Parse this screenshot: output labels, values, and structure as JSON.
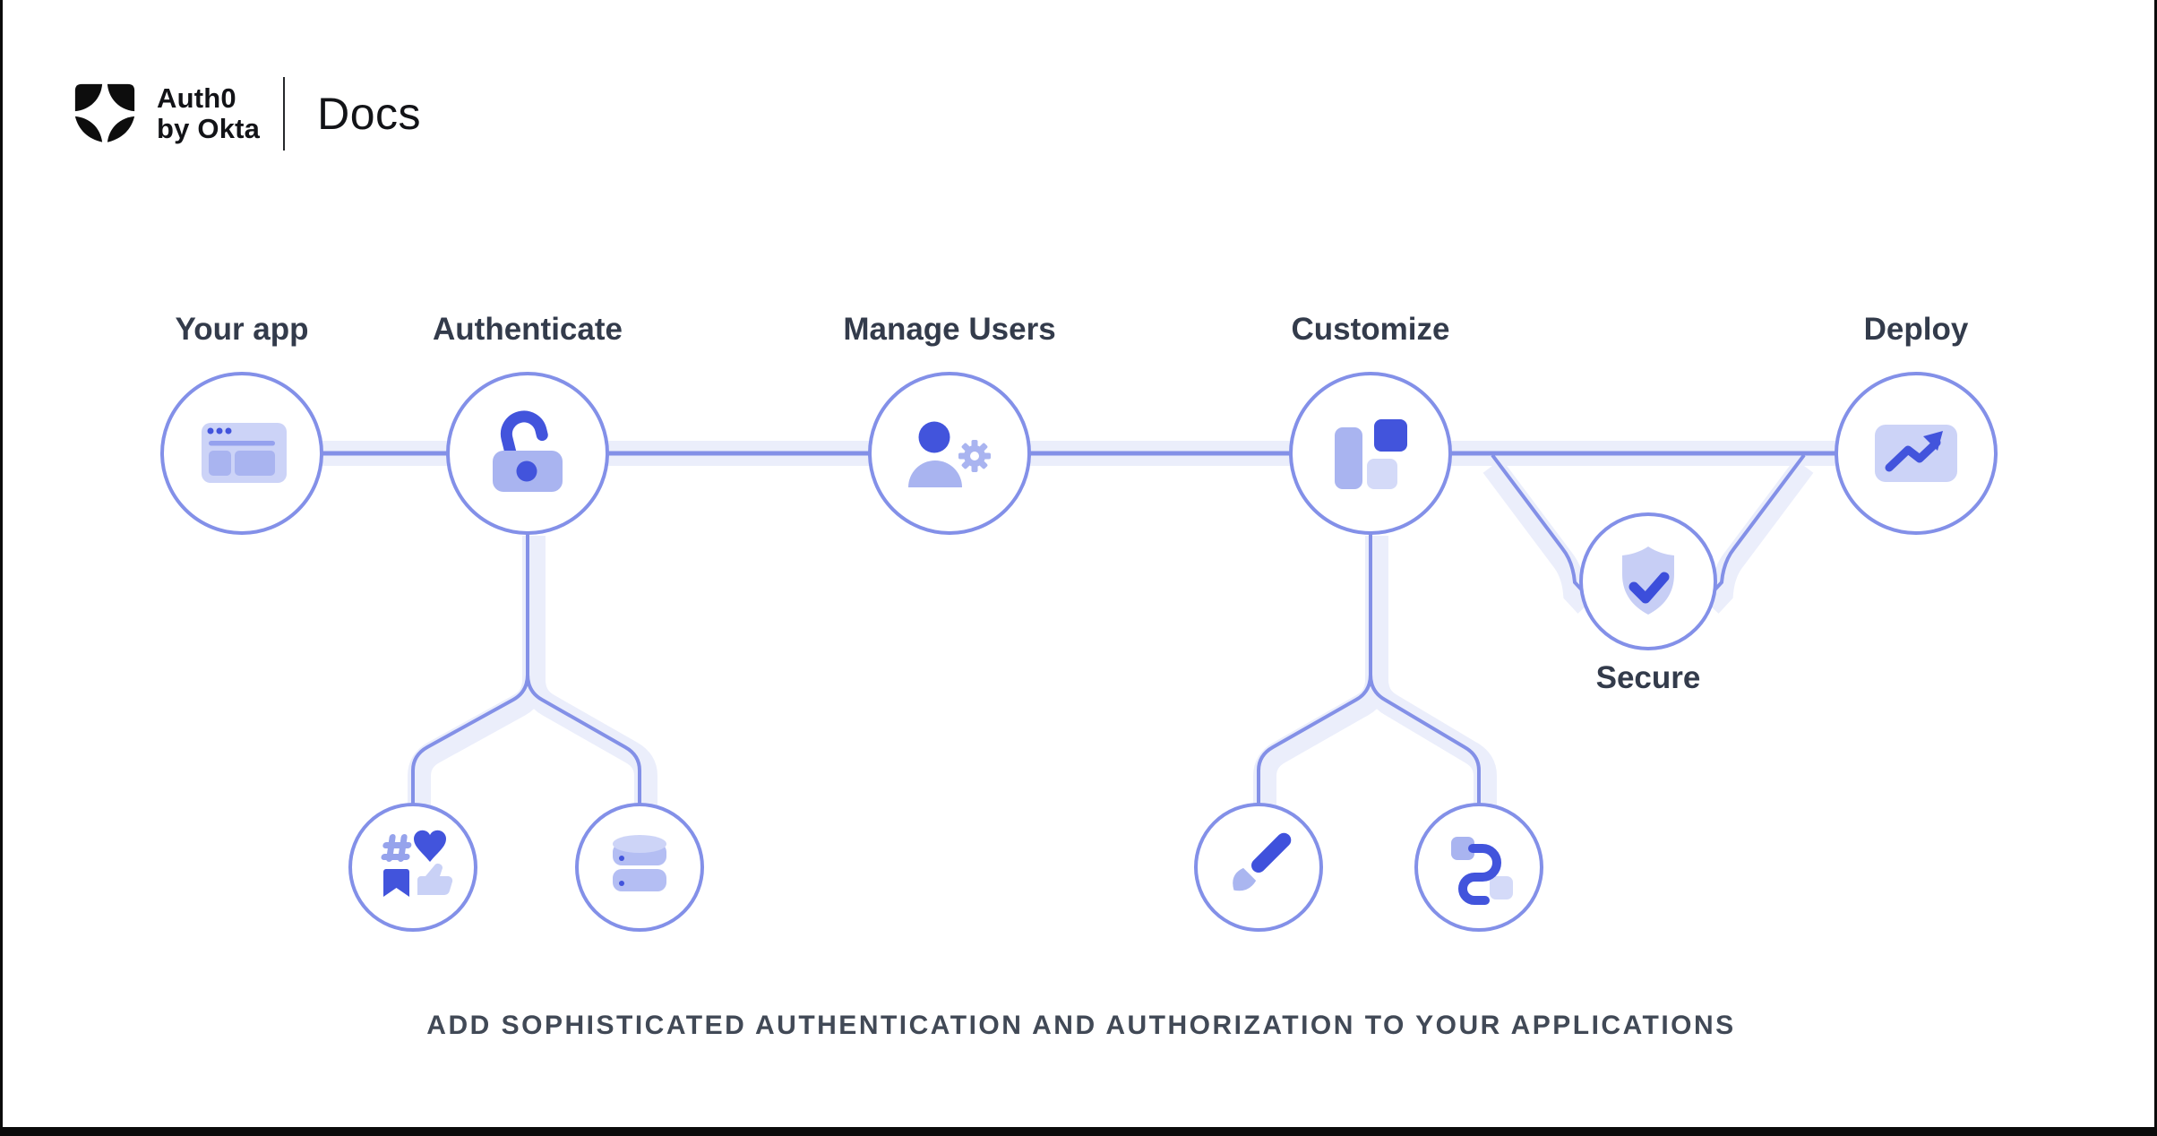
{
  "header": {
    "brand_line1": "Auth0",
    "brand_line2": "by Okta",
    "product": "Docs"
  },
  "diagram": {
    "nodes": [
      {
        "id": "your-app",
        "label": "Your app",
        "icon": "browser-window-icon"
      },
      {
        "id": "authenticate",
        "label": "Authenticate",
        "icon": "open-padlock-icon"
      },
      {
        "id": "manage-users",
        "label": "Manage Users",
        "icon": "user-gear-icon"
      },
      {
        "id": "customize",
        "label": "Customize",
        "icon": "layout-blocks-icon"
      },
      {
        "id": "secure",
        "label": "Secure",
        "icon": "shield-check-icon"
      },
      {
        "id": "deploy",
        "label": "Deploy",
        "icon": "trending-up-icon"
      }
    ],
    "subnodes": [
      {
        "parent": "authenticate",
        "icon": "social-engagement-icon"
      },
      {
        "parent": "authenticate",
        "icon": "database-icon"
      },
      {
        "parent": "customize",
        "icon": "paintbrush-icon"
      },
      {
        "parent": "customize",
        "icon": "flow-connector-icon"
      }
    ]
  },
  "tagline": "ADD SOPHISTICATED AUTHENTICATION AND AUTHORIZATION TO YOUR APPLICATIONS",
  "theme": {
    "accent": "#4254dc",
    "accent_mid": "#a9b4f0",
    "accent_light": "#ccd3f7",
    "accent_pale": "#ebeefb",
    "connector_line": "#8390e7",
    "circle_stroke": "#8390e8",
    "label_color": "#333b4b",
    "tagline_color": "#414956",
    "logo_color": "#0d0d0d"
  }
}
